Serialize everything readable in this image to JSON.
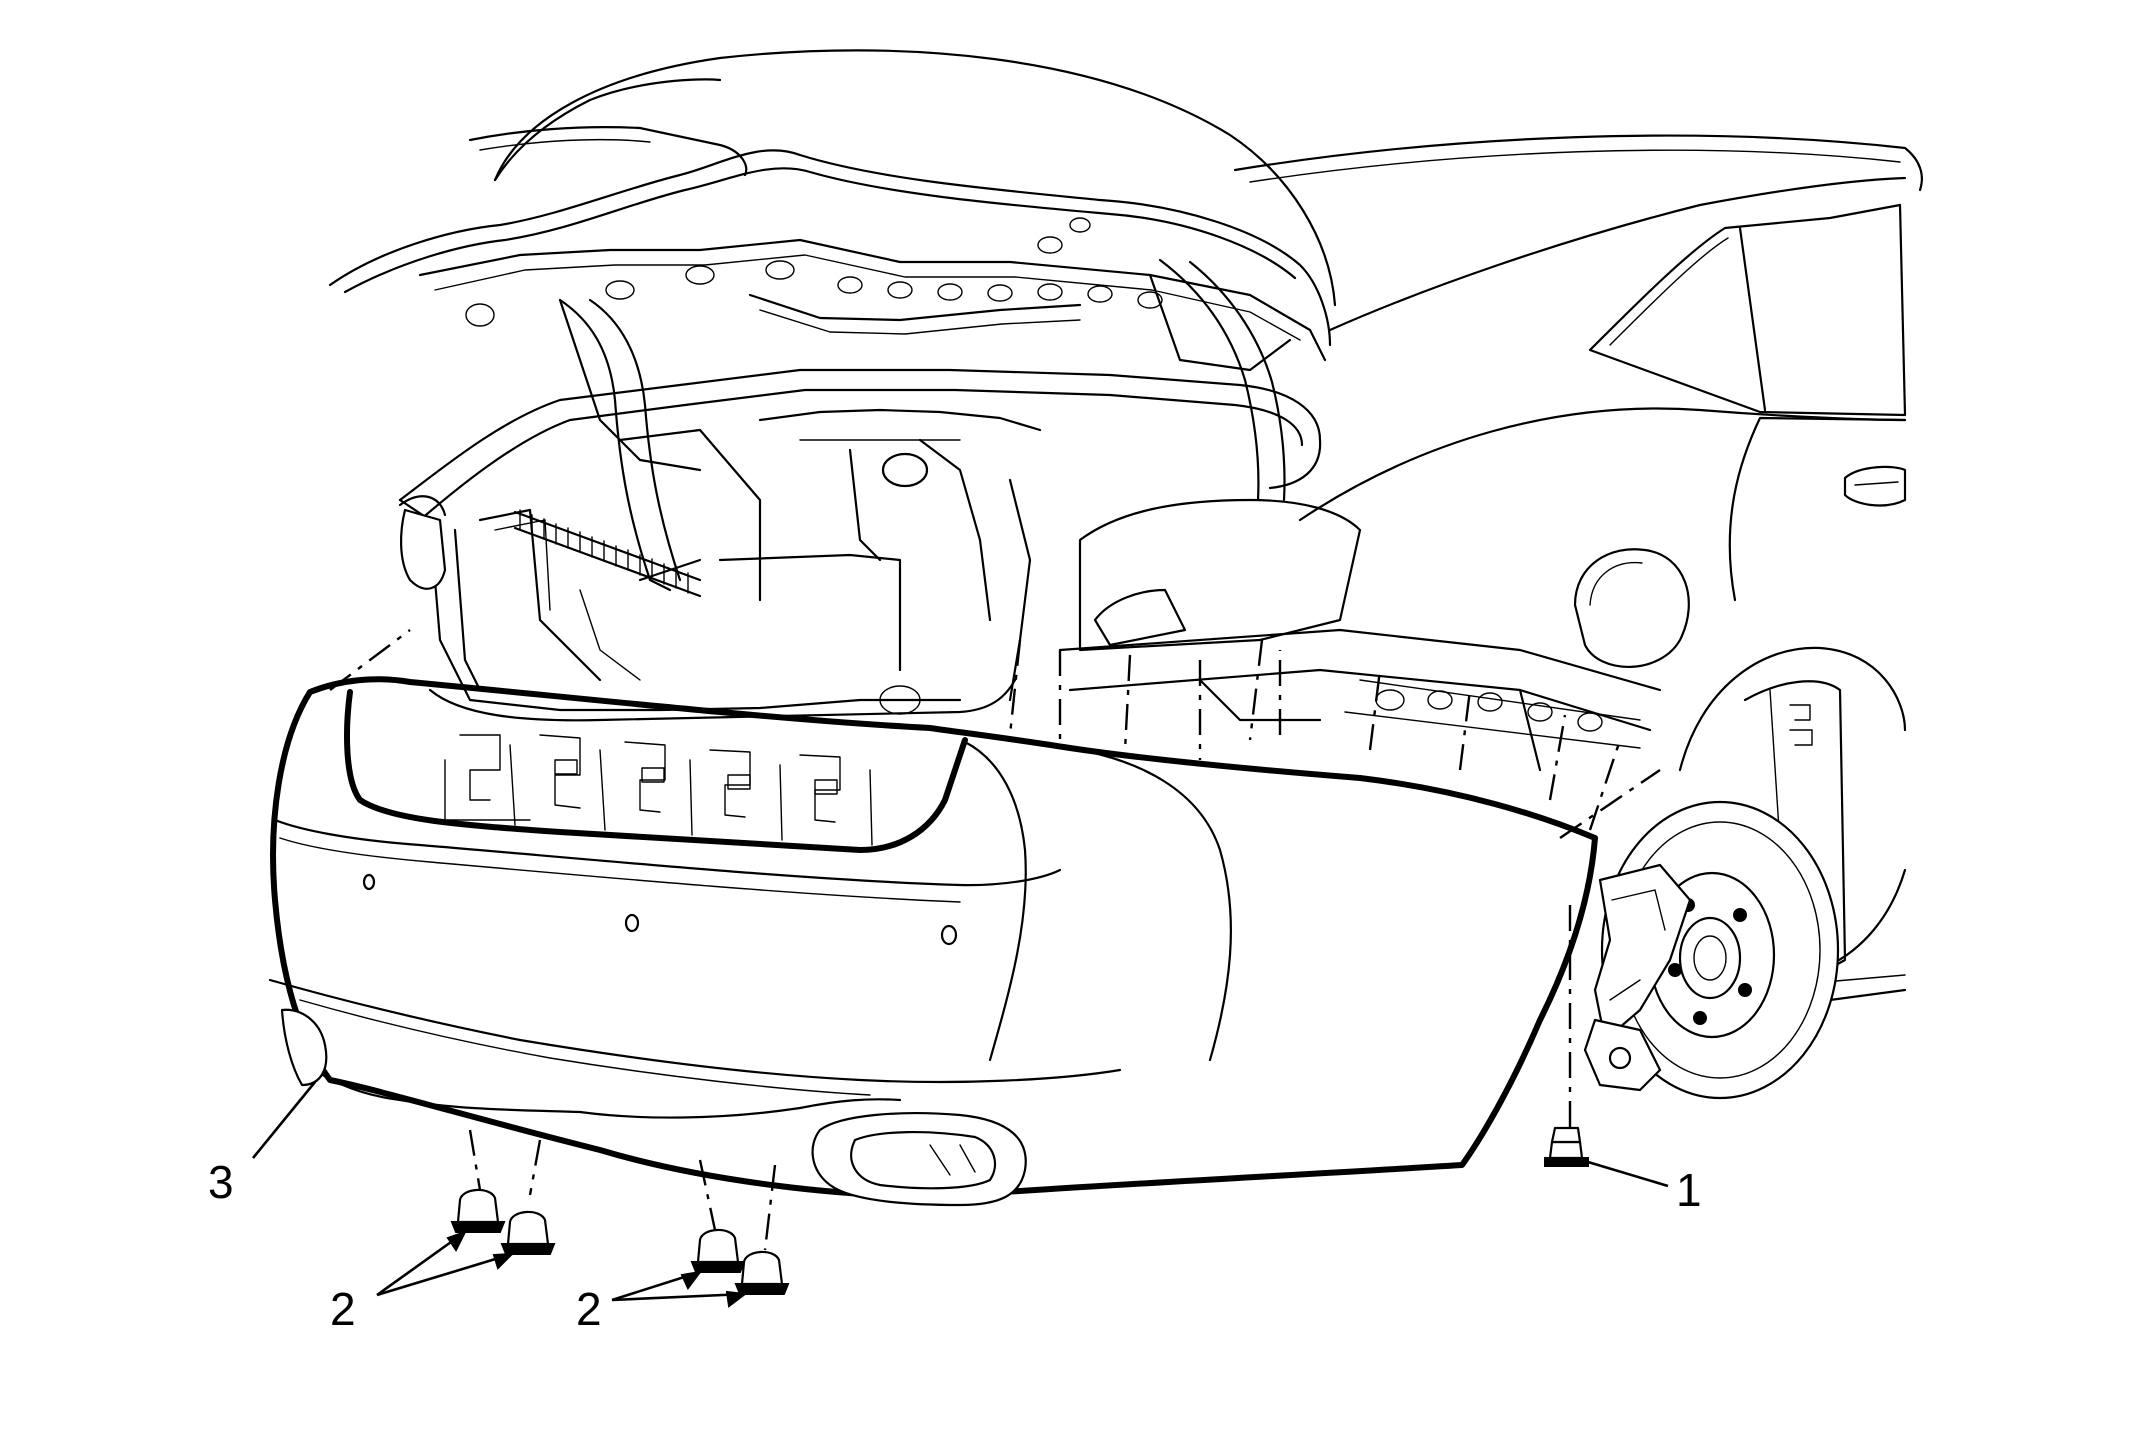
{
  "callouts": {
    "fastener_side": "1",
    "push_pins_left": "2",
    "push_pins_right": "2",
    "bumper_fascia": "3"
  }
}
